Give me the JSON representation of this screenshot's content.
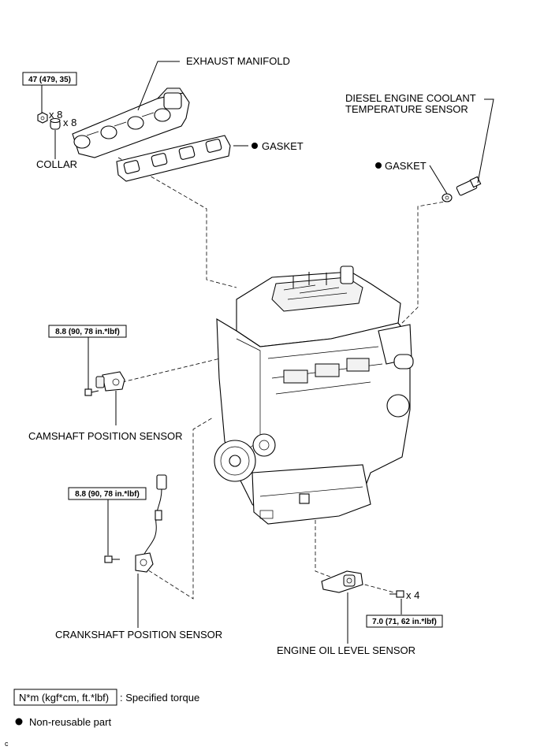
{
  "labels": {
    "exhaust_manifold": "EXHAUST MANIFOLD",
    "gasket_manifold": "GASKET",
    "collar": "COLLAR",
    "qty_nut": "x 8",
    "qty_collar": "x 8",
    "coolant_sensor_line1": "DIESEL ENGINE COOLANT",
    "coolant_sensor_line2": "TEMPERATURE SENSOR",
    "gasket_sensor": "GASKET",
    "camshaft_sensor": "CAMSHAFT POSITION SENSOR",
    "crankshaft_sensor": "CRANKSHAFT POSITION SENSOR",
    "oil_level_sensor": "ENGINE OIL LEVEL SENSOR",
    "qty_oil_bolts": "x 4"
  },
  "torques": {
    "manifold": "47 (479, 35)",
    "camshaft": "8.8 (90, 78 in.*lbf)",
    "crankshaft": "8.8 (90, 78 in.*lbf)",
    "oil_level": "7.0 (71, 62 in.*lbf)"
  },
  "legend": {
    "torque_box": "N*m (kgf*cm, ft.*lbf)",
    "torque_text": ": Specified torque",
    "nonreusable_text": "Non-reusable part"
  },
  "corner_mark": "c"
}
